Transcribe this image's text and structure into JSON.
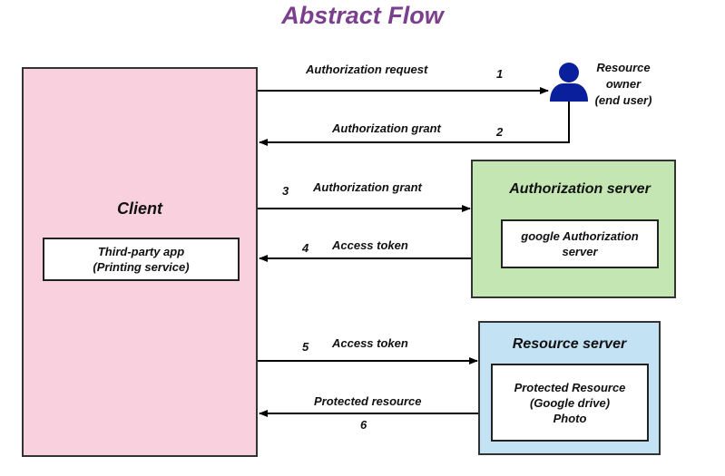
{
  "title": "Abstract Flow",
  "client": {
    "label": "Client",
    "inner_line1": "Third-party app",
    "inner_line2": "(Printing service)",
    "fill": "#f8d0de"
  },
  "resource_owner": {
    "line1": "Resource",
    "line2": "owner",
    "line3": "(end user)",
    "icon": "user-icon",
    "icon_color": "#0a1f9c"
  },
  "authorization_server": {
    "label": "Authorization server",
    "inner_line1": "google Authorization",
    "inner_line2": "server",
    "fill": "#c4e6b2"
  },
  "resource_server": {
    "label": "Resource server",
    "inner_line1": "Protected Resource",
    "inner_line2": "(Google drive)",
    "inner_line3": "Photo",
    "fill": "#c3e3f5"
  },
  "steps": [
    {
      "number": "1",
      "label": "Authorization request",
      "from": "Client",
      "to": "Resource owner"
    },
    {
      "number": "2",
      "label": "Authorization grant",
      "from": "Resource owner",
      "to": "Client"
    },
    {
      "number": "3",
      "label": "Authorization grant",
      "from": "Client",
      "to": "Authorization server"
    },
    {
      "number": "4",
      "label": "Access token",
      "from": "Authorization server",
      "to": "Client"
    },
    {
      "number": "5",
      "label": "Access token",
      "from": "Client",
      "to": "Resource server"
    },
    {
      "number": "6",
      "label": "Protected resource",
      "from": "Resource server",
      "to": "Client"
    }
  ],
  "title_color": "#7b3f8e"
}
